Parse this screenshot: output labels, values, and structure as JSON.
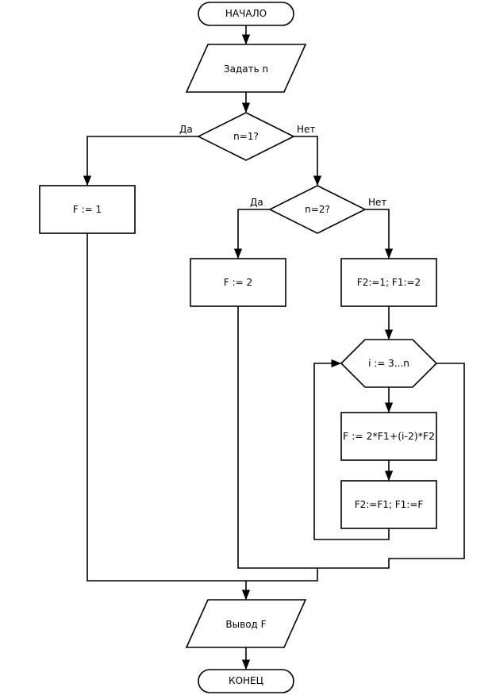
{
  "flowchart": {
    "start": "НАЧАЛО",
    "input": "Задать n",
    "cond1": "n=1?",
    "cond1_yes": "Да",
    "cond1_no": "Нет",
    "f1": "F := 1",
    "cond2": "n=2?",
    "cond2_yes": "Да",
    "cond2_no": "Нет",
    "f2": "F := 2",
    "init": "F2:=1; F1:=2",
    "loop": "i := 3...n",
    "calc": "F := 2*F1+(i-2)*F2",
    "shift": "F2:=F1; F1:=F",
    "output": "Вывод F",
    "end": "КОНЕЦ"
  }
}
